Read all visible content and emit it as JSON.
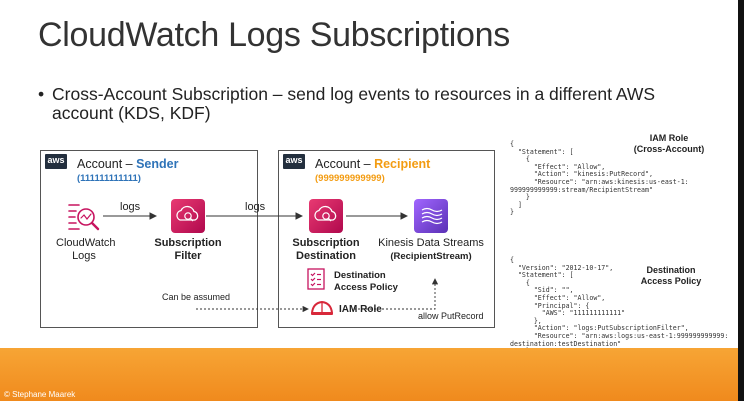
{
  "title": "CloudWatch Logs Subscriptions",
  "bullet": {
    "highlight": "Cross-Account Subscription",
    "line1_rest": " – send log events to resources in a different AWS",
    "line2": "account (KDS, KDF)"
  },
  "sender": {
    "aws_logo": "aws",
    "title_prefix": "Account – ",
    "title_strong": "Sender",
    "account_id": "(111111111111)",
    "cloudwatch_logs_label": "CloudWatch\nLogs",
    "subscription_filter_label": "Subscription\nFilter",
    "logs_label": "logs",
    "can_be_assumed": "Can be assumed"
  },
  "recipient": {
    "aws_logo": "aws",
    "title_prefix": "Account – ",
    "title_strong": "Recipient",
    "account_id": "(999999999999)",
    "subscription_destination_label": "Subscription\nDestination",
    "kinesis_label": "Kinesis Data Streams",
    "kinesis_name": "(RecipientStream)",
    "destination_policy_label": "Destination\nAccess Policy",
    "iam_role_label": "IAM Role",
    "allow_put_record": "allow PutRecord"
  },
  "between_logs_label": "logs",
  "iam_role_policy": {
    "label": "IAM Role\n(Cross-Account)",
    "code": [
      "{",
      "  \"Statement\": [",
      "    {",
      "      \"Effect\": \"Allow\",",
      "      \"Action\": \"kinesis:PutRecord\",",
      "      \"Resource\": \"arn:aws:kinesis:us-east-1:",
      "999999999999:stream/RecipientStream\"",
      "    }",
      "  ]",
      "}"
    ]
  },
  "destination_policy": {
    "label": "Destination\nAccess Policy",
    "code": [
      "{",
      "  \"Version\": \"2012-10-17\",",
      "  \"Statement\": [",
      "    {",
      "      \"Sid\": \"\",",
      "      \"Effect\": \"Allow\",",
      "      \"Principal\": {",
      "        \"AWS\": \"111111111111\"",
      "      },",
      "      \"Action\": \"logs:PutSubscriptionFilter\",",
      "      \"Resource\": \"arn:aws:logs:us-east-1:999999999999:",
      "destination:testDestination\"",
      "    }",
      "  ]",
      "}"
    ]
  },
  "copyright": "© Stephane Maarek",
  "colors": {
    "sender_blue": "#2e73b8",
    "recipient_orange": "#f39c12",
    "service_pink": "#c7135f",
    "kinesis_purple": "#7b45de",
    "iam_red": "#d8283a",
    "footer_orange": "#f39a2b"
  }
}
